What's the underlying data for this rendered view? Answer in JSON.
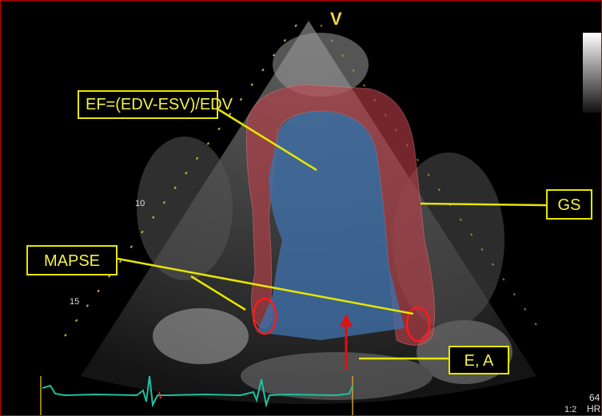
{
  "labels": {
    "ef": "EF=(EDV-ESV)/EDV",
    "mapse": "MAPSE",
    "gs": "GS",
    "ea": "E, A"
  },
  "overlay": {
    "orientation_marker": "V",
    "depth_marks": [
      "10",
      "15"
    ],
    "frame_rate": "64",
    "ratio": "1:2",
    "hr": "HR"
  },
  "colors": {
    "myocardium": "#c0404a",
    "cavity": "#3e6fa8",
    "annotation": "#e6e600",
    "arrow": "#e01010",
    "ecg": "#20c0a0"
  }
}
